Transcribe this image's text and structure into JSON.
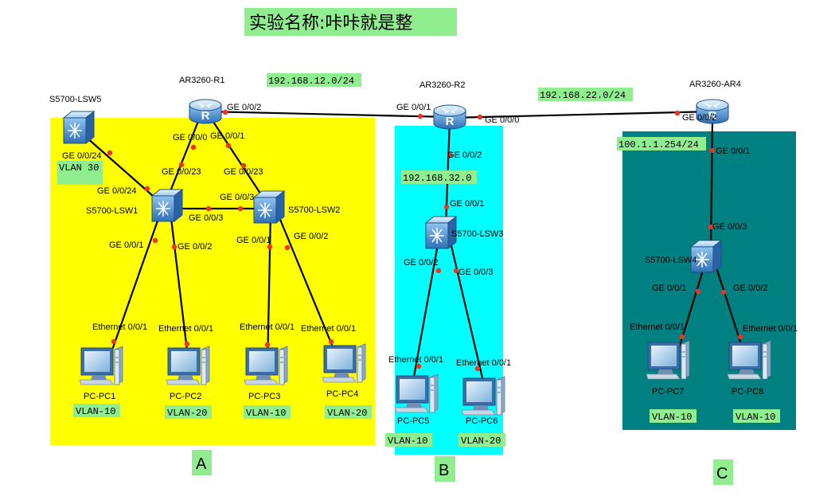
{
  "title": "实验名称:咔咔就是整",
  "zones": {
    "a": {
      "label": "A",
      "color": "#ffff00"
    },
    "b": {
      "label": "B",
      "color": "#00ffff"
    },
    "c": {
      "label": "C",
      "color": "#008080"
    }
  },
  "tag_color": "#90ee90",
  "devices": {
    "r1": "AR3260-R1",
    "r2": "AR3260-R2",
    "ar4": "AR3260-AR4",
    "lsw1": "S5700-LSW1",
    "lsw2": "S5700-LSW2",
    "lsw3": "S5700-LSW3",
    "lsw4": "S5700-LSW4",
    "lsw5": "S5700-LSW5",
    "pc1": "PC-PC1",
    "pc2": "PC-PC2",
    "pc3": "PC-PC3",
    "pc4": "PC-PC4",
    "pc5": "PC-PC5",
    "pc6": "PC-PC6",
    "pc7": "PC-PC7",
    "pc8": "PC-PC8"
  },
  "networks": {
    "r1_r2": "192.168.12.0/24",
    "r2_ar4": "192.168.22.0/24",
    "lan_b": "192.168.32.0",
    "lan_c": "100.1.1.254/24"
  },
  "vlans": {
    "lsw5": "VLAN 30",
    "pc1": "VLAN-10",
    "pc2": "VLAN-20",
    "pc3": "VLAN-10",
    "pc4": "VLAN-20",
    "pc5": "VLAN-10",
    "pc6": "VLAN-20",
    "pc7": "VLAN-10",
    "pc8": "VLAN-10"
  },
  "ports": {
    "r1_ge002": "GE 0/0/2",
    "r1_ge000": "GE 0/0/0",
    "r1_ge001": "GE 0/0/1",
    "r2_ge001": "GE 0/0/1",
    "r2_ge000": "GE 0/0/0",
    "r2_ge002": "GE 0/0/2",
    "ar4_ge002": "GE 0/0/2",
    "ar4_ge001": "GE 0/0/1",
    "lsw5_ge0024": "GE 0/0/24",
    "lsw1_ge0024": "GE 0/0/24",
    "lsw1_ge0023": "GE 0/0/23",
    "lsw1_ge003": "GE 0/0/3",
    "lsw1_ge001": "GE 0/0/1",
    "lsw1_ge002": "GE 0/0/2",
    "lsw2_ge0023": "GE 0/0/23",
    "lsw2_ge003": "GE 0/0/3",
    "lsw2_ge001": "GE 0/0/1",
    "lsw2_ge002": "GE 0/0/2",
    "lsw3_ge001": "GE 0/0/1",
    "lsw3_ge002": "GE 0/0/2",
    "lsw3_ge003": "GE 0/0/3",
    "lsw4_ge003": "GE 0/0/3",
    "lsw4_ge001": "GE 0/0/1",
    "lsw4_ge002": "GE 0/0/2",
    "eth": "Ethernet 0/0/1"
  }
}
